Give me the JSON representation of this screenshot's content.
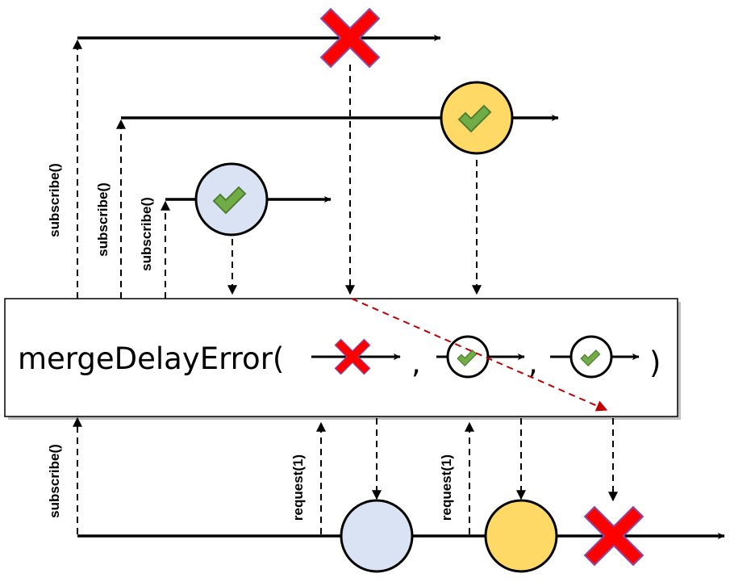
{
  "operator": {
    "name": "mergeDelayError(",
    "separator_1": ",",
    "separator_2": ",",
    "close": ")"
  },
  "labels": {
    "subscribe_1": "subscribe()",
    "subscribe_2": "subscribe()",
    "subscribe_3": "subscribe()",
    "subscribe_out": "subscribe()",
    "request_1": "request(1)",
    "request_2": "request(1)"
  },
  "sources": [
    {
      "terminal": "error"
    },
    {
      "terminal": "complete"
    },
    {
      "terminal": "complete"
    }
  ],
  "output": {
    "emissions": [
      "value",
      "value"
    ],
    "terminal": "error"
  },
  "colors": {
    "blue_item": "#dae3f3",
    "yellow_item": "#ffd966",
    "error_red": "#ff0000",
    "error_outline": "#8c4aa3",
    "check_green": "#70ad47",
    "check_outline": "#507e32",
    "delay_arrow": "#c00000"
  },
  "icons": [
    "error-x-icon",
    "checkmark-icon"
  ]
}
